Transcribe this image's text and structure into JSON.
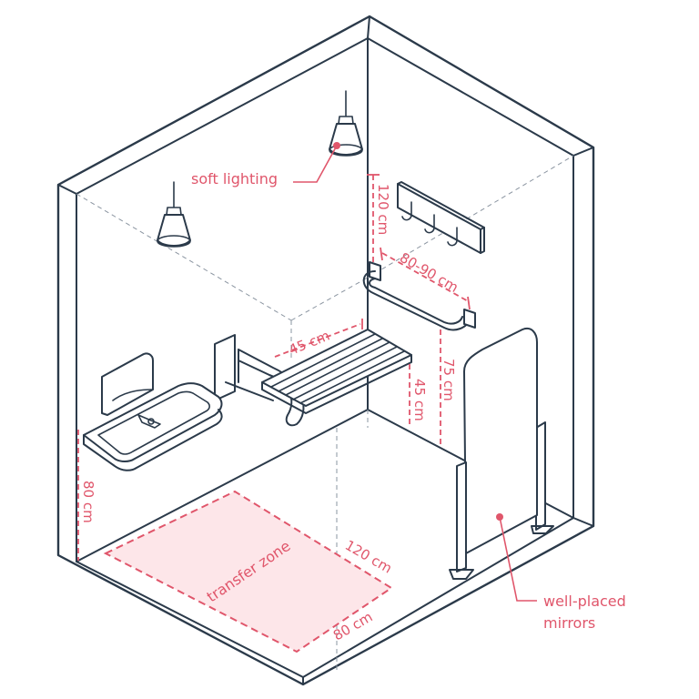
{
  "labels": {
    "soft_lighting": "soft lighting",
    "well_placed": "well-placed",
    "mirrors": "mirrors",
    "transfer_zone": "transfer zone",
    "dim_120_wall": "120 cm",
    "dim_80_90": "80-90 cm",
    "dim_45_bench": "45 cm",
    "dim_75": "75 cm",
    "dim_45_height": "45 cm",
    "dim_80_sink": "80 cm",
    "dim_120_floor": "120 cm",
    "dim_80_floor": "80 cm"
  },
  "colors": {
    "outline": "#2b3a4a",
    "accent": "#e0566b",
    "zone_fill": "#fde6e9"
  },
  "icons": [
    "pendant-lamp-icon",
    "coat-hook-icon",
    "grab-bar-icon",
    "folding-seat-icon",
    "sink-icon",
    "mirror-icon"
  ]
}
